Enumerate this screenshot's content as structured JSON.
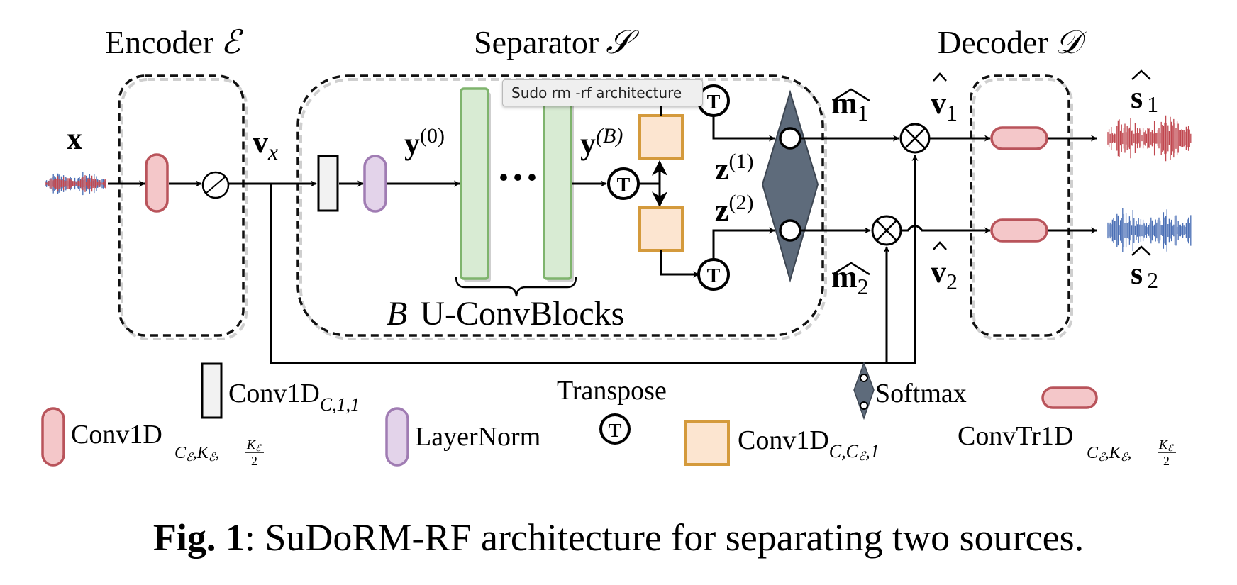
{
  "tooltip": "Sudo rm -rf architecture",
  "titles": {
    "encoder": "Encoder",
    "encoder_sym": "ℰ",
    "separator": "Separator",
    "separator_sym": "𝒮",
    "decoder": "Decoder",
    "decoder_sym": "𝒟"
  },
  "signals": {
    "x": "x",
    "v": "v",
    "v_sub": "x",
    "y": "y",
    "y0_sup": "(0)",
    "yB_sup": "(B)",
    "z": "z",
    "z1_sup": "(1)",
    "z2_sup": "(2)",
    "m": "m",
    "v_hat": "v",
    "s_hat": "s",
    "sub1": "1",
    "sub2": "2",
    "dots": "···",
    "transpose_glyph": "T"
  },
  "blocks_label": {
    "B": "B",
    "text": "U-ConvBlocks"
  },
  "legend": {
    "conv1d": "Conv1D",
    "conv1d_c11_sub": "C,1,1",
    "conv1d_enc_sub": "C",
    "conv1d_enc_sub2": "ℰ",
    "conv1d_enc_sub3": ",K",
    "frac_num": "K",
    "frac_den": "2",
    "layernorm": "LayerNorm",
    "transpose": "Transpose",
    "conv1d_cc1_sub": "C,C",
    "conv1d_cc1_sub3": ",1",
    "softmax": "Softmax",
    "convtr1d": "ConvTr1D"
  },
  "caption": {
    "fig": "Fig. 1",
    "text": ": SuDoRM-RF architecture for separating two sources."
  },
  "colors": {
    "red_fill": "#f4c7c9",
    "red_stroke": "#b9545b",
    "purple_fill": "#e3d3ea",
    "purple_stroke": "#a07cb3",
    "green_fill": "#d8ebd3",
    "green_stroke": "#7fb46d",
    "orange_fill": "#fce5d0",
    "orange_stroke": "#d49a3c",
    "softmax_fill": "#5e6b7b",
    "wave_red": "#c0474f",
    "wave_blue": "#4a6fb5"
  }
}
